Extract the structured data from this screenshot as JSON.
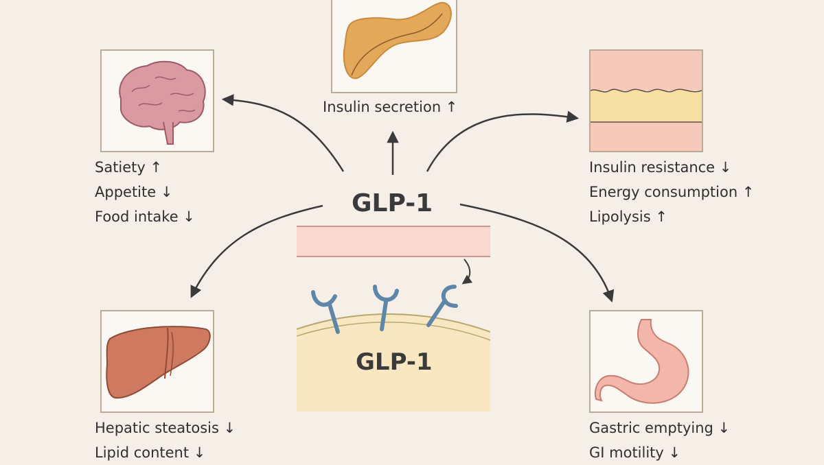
{
  "center": {
    "title_top": "GLP-1",
    "title_cell": "GLP-1"
  },
  "organs": {
    "pancreas": {
      "icon": "pancreas-icon",
      "lines": [
        "Insulin secretion ↑"
      ]
    },
    "brain": {
      "icon": "brain-icon",
      "lines": [
        "Satiety ↑",
        "Appetite ↓",
        "Food intake ↓"
      ]
    },
    "adipose": {
      "icon": "adipose-tissue-icon",
      "lines": [
        "Insulin resistance ↓",
        "Energy consumption ↑",
        "Lipolysis ↑"
      ]
    },
    "liver": {
      "icon": "liver-icon",
      "lines": [
        "Hepatic steatosis ↓",
        "Lipid content ↓"
      ]
    },
    "stomach": {
      "icon": "stomach-icon",
      "lines": [
        "Gastric emptying ↓",
        "GI motility ↓"
      ]
    }
  },
  "colors": {
    "background": "#f5efe8",
    "arrow": "#3a3a3a",
    "pancreas": "#e3a85a",
    "brain": "#d99aa2",
    "liver": "#cf7a60",
    "stomach": "#f2b6aa",
    "receptor": "#5d86a8",
    "adipose_pink": "#f6c9bb",
    "adipose_yellow": "#f6dfa3"
  }
}
